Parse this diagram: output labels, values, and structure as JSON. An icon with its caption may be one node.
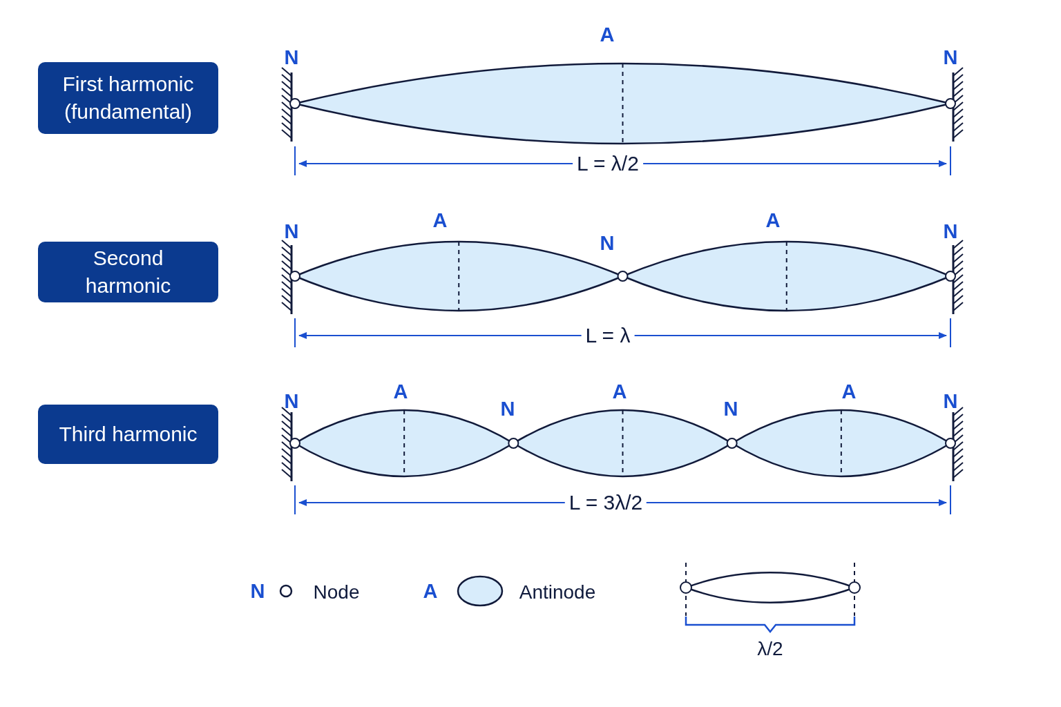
{
  "diagram": {
    "nodes": [
      {
        "text": [
          "First harmonic (fundamental)"
        ]
      },
      {
        "text": [
          "Second harmonic"
        ]
      },
      {
        "text": [
          "Third harmonic"
        ]
      }
    ],
    "labels": [
      "A",
      "N",
      "N",
      "L = λ/2",
      "A",
      "A",
      "N",
      "N",
      "N",
      "L = λ",
      "A",
      "A",
      "A",
      "N",
      "N",
      "N",
      "N",
      "L = 3λ/2",
      "N",
      "A",
      "λ/2"
    ],
    "legend": [
      {
        "text": "Node"
      },
      {
        "text": "Antinode"
      }
    ]
  }
}
